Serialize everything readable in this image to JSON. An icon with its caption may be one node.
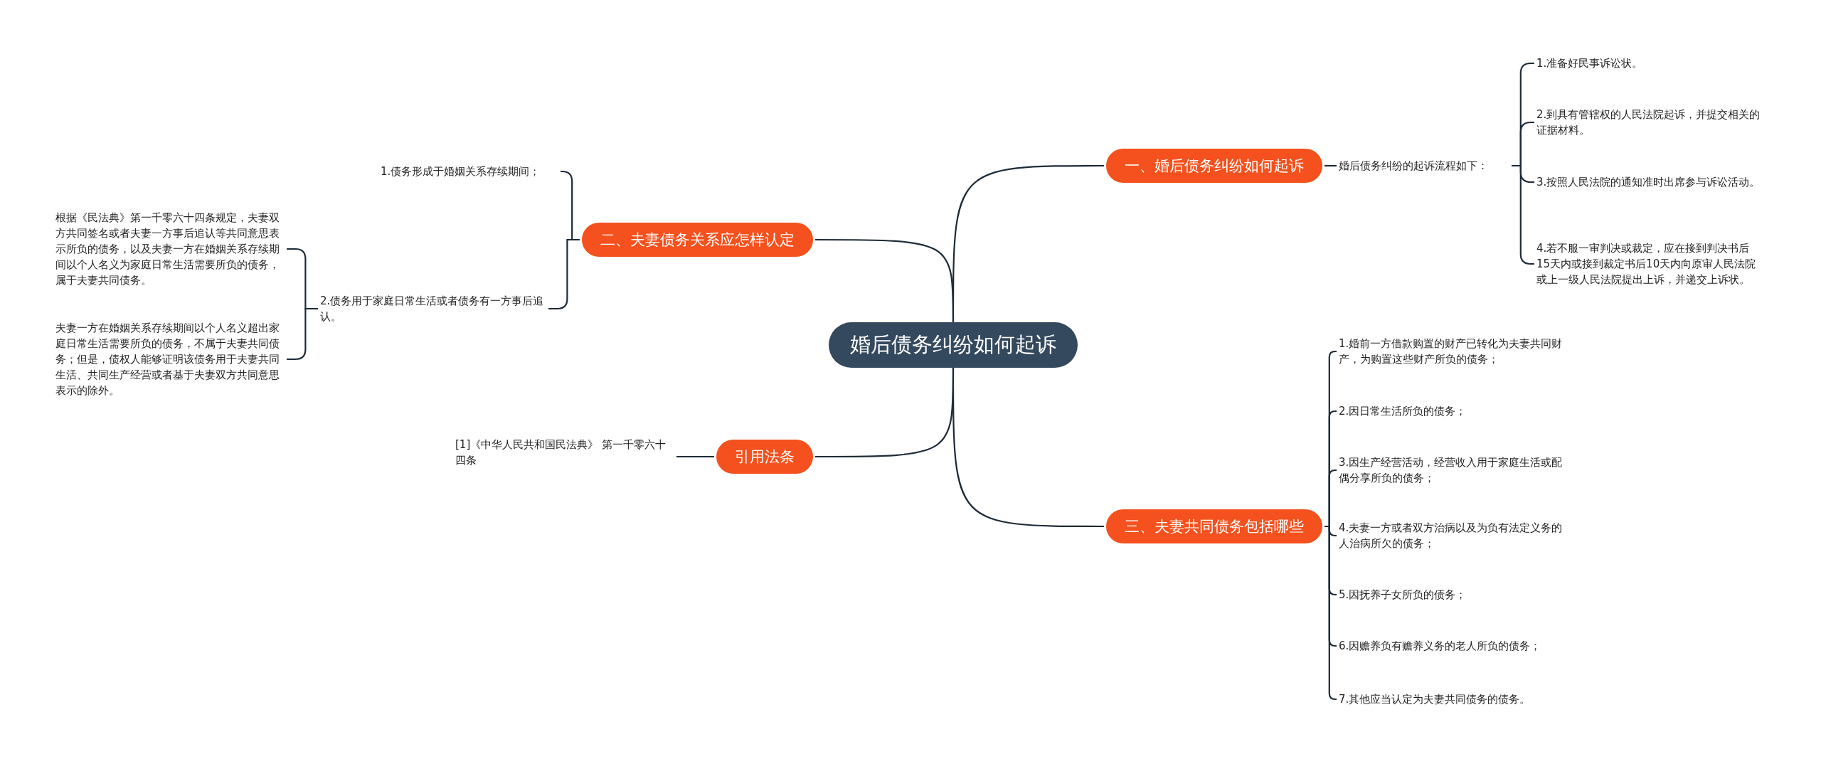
{
  "diagram": {
    "nodes": [
      {
        "text": [
          "婚后债务纠纷如何起诉"
        ]
      },
      {
        "text": [
          "一、婚后债务纠纷如何起诉"
        ]
      },
      {
        "text": [
          "婚后债务纠纷的起诉流程如下："
        ]
      },
      {
        "text": [
          "1.准备好民事诉讼状。"
        ]
      },
      {
        "text": [
          "2.到具有管辖权的人民法院起诉，并提交相关的证据材料。"
        ]
      },
      {
        "text": [
          "3.按照人民法院的通知准时出席参与诉讼活动。"
        ]
      },
      {
        "text": [
          "4.若不服一审判决或裁定，应在接到判决书后15天内或接到裁定书后10天内向原审人民法院或上一级人民法院提出上诉，并递交上诉状。"
        ]
      },
      {
        "text": [
          "二、夫妻债务关系应怎样认定"
        ]
      },
      {
        "text": [
          "1.债务形成于婚姻关系存续期间；"
        ]
      },
      {
        "text": [
          "2.债务用于家庭日常生活或者债务有一方事后追认。"
        ]
      },
      {
        "text": [
          "根据《民法典》第一千零六十四条规定，夫妻双方共同签名或者夫妻一方事后追认等共同意思表示所负的债务，以及夫妻一方在婚姻关系存续期间以个人名义为家庭日常生活需要所负的债务，属于夫妻共同债务。"
        ]
      },
      {
        "text": [
          "夫妻一方在婚姻关系存续期间以个人名义超出家庭日常生活需要所负的债务，不属于夫妻共同债务；但是，债权人能够证明该债务用于夫妻共同生活、共同生产经营或者基于夫妻双方共同意思表示的除外。"
        ]
      },
      {
        "text": [
          "引用法条"
        ]
      },
      {
        "text": [
          "[1]《中华人民共和国民法典》 第一千零六十四条"
        ]
      },
      {
        "text": [
          "三、夫妻共同债务包括哪些"
        ]
      },
      {
        "text": [
          "1.婚前一方借款购置的财产已转化为夫妻共同财产，为购置这些财产所负的债务；"
        ]
      },
      {
        "text": [
          "2.因日常生活所负的债务；"
        ]
      },
      {
        "text": [
          "3.因生产经营活动，经营收入用于家庭生活或配偶分享所负的债务；"
        ]
      },
      {
        "text": [
          "4.夫妻一方或者双方治病以及为负有法定义务的人治病所欠的债务；"
        ]
      },
      {
        "text": [
          "5.因抚养子女所负的债务；"
        ]
      },
      {
        "text": [
          "6.因赡养负有赡养义务的老人所负的债务；"
        ]
      },
      {
        "text": [
          "7.其他应当认定为夫妻共同债务的债务。"
        ]
      }
    ],
    "edges": [
      {
        "from": 0,
        "to": 1,
        "arrow": "none"
      },
      {
        "from": 1,
        "to": 2,
        "arrow": "none"
      },
      {
        "from": 2,
        "to": 3,
        "arrow": "none"
      },
      {
        "from": 2,
        "to": 4,
        "arrow": "none"
      },
      {
        "from": 2,
        "to": 5,
        "arrow": "none"
      },
      {
        "from": 2,
        "to": 6,
        "arrow": "none"
      },
      {
        "from": 0,
        "to": 7,
        "arrow": "none"
      },
      {
        "from": 7,
        "to": 8,
        "arrow": "none"
      },
      {
        "from": 7,
        "to": 9,
        "arrow": "none"
      },
      {
        "from": 9,
        "to": 10,
        "arrow": "none"
      },
      {
        "from": 9,
        "to": 11,
        "arrow": "none"
      },
      {
        "from": 0,
        "to": 12,
        "arrow": "none"
      },
      {
        "from": 12,
        "to": 13,
        "arrow": "none"
      },
      {
        "from": 0,
        "to": 14,
        "arrow": "none"
      },
      {
        "from": 14,
        "to": 15,
        "arrow": "none"
      },
      {
        "from": 14,
        "to": 16,
        "arrow": "none"
      },
      {
        "from": 14,
        "to": 17,
        "arrow": "none"
      },
      {
        "from": 14,
        "to": 18,
        "arrow": "none"
      },
      {
        "from": 14,
        "to": 19,
        "arrow": "none"
      },
      {
        "from": 14,
        "to": 20,
        "arrow": "none"
      },
      {
        "from": 14,
        "to": 21,
        "arrow": "none"
      }
    ]
  }
}
